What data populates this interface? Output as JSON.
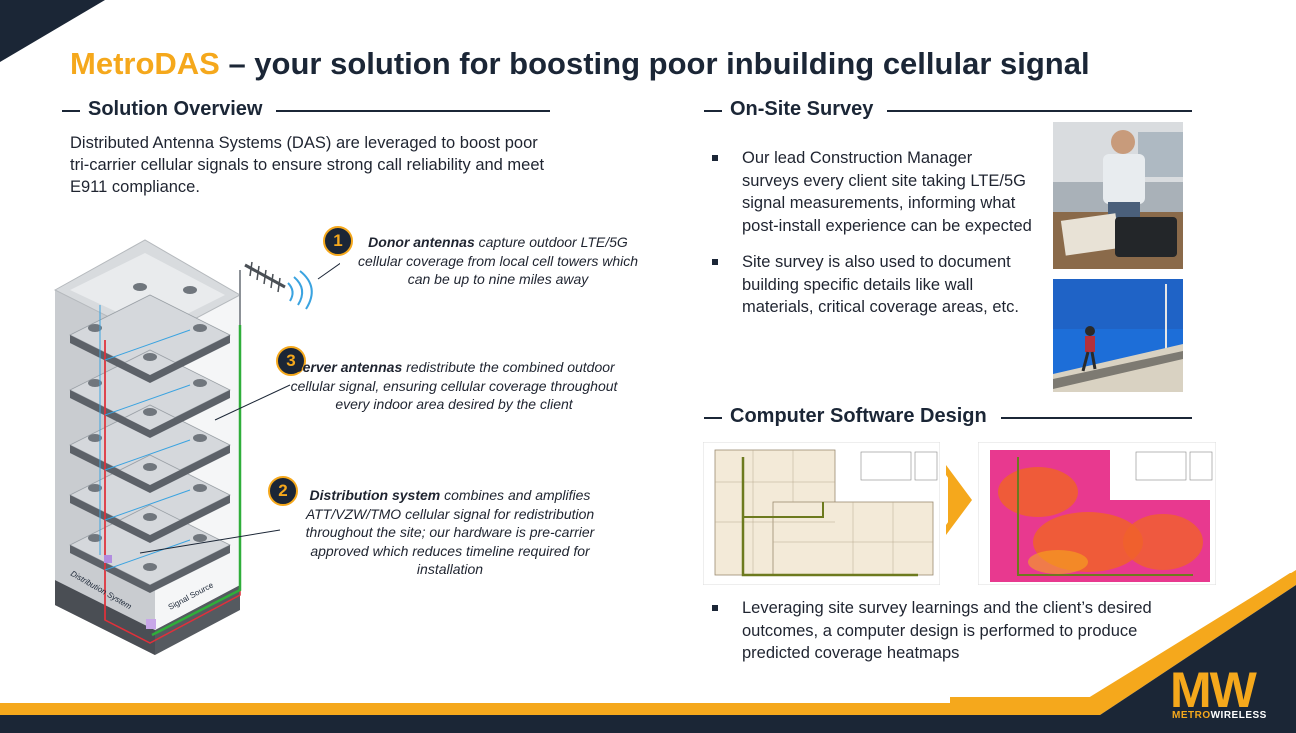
{
  "title": {
    "brand": "MetroDAS",
    "rest": " – your solution for boosting poor inbuilding cellular signal"
  },
  "solution": {
    "heading": "Solution Overview",
    "text": "Distributed Antenna Systems (DAS) are leveraged to boost poor tri-carrier cellular signals to ensure strong call reliability and meet E911 compliance."
  },
  "callouts": [
    {
      "number": "1",
      "bold": "Donor antennas",
      "text": " capture outdoor LTE/5G cellular coverage from local cell towers which can be up to nine miles away"
    },
    {
      "number": "3",
      "bold": "Server antennas",
      "text": " redistribute the combined outdoor cellular signal, ensuring cellular coverage throughout every indoor area desired by the client"
    },
    {
      "number": "2",
      "bold": "Distribution system",
      "text": " combines and amplifies ATT/VZW/TMO cellular signal for redistribution throughout the site; our hardware is pre-carrier approved which reduces timeline required for installation"
    }
  ],
  "diagram_labels": {
    "distribution": "Distribution System",
    "signal": "Signal Source"
  },
  "survey": {
    "heading": "On-Site Survey",
    "bullets": [
      "Our lead Construction Manager surveys every client site taking LTE/5G signal measurements, informing what post-install experience can be expected",
      "Site survey is also used to document building specific details like wall materials, critical coverage areas, etc."
    ]
  },
  "design": {
    "heading": "Computer Software Design",
    "bullets": [
      "Leveraging site survey learnings and the client’s desired outcomes, a computer design is performed to produce predicted coverage heatmaps"
    ]
  },
  "logo": {
    "letters": "MW",
    "word1": "METRO",
    "word2": "WIRELESS"
  },
  "colors": {
    "accent": "#f5a81c",
    "navy": "#1b2636"
  }
}
